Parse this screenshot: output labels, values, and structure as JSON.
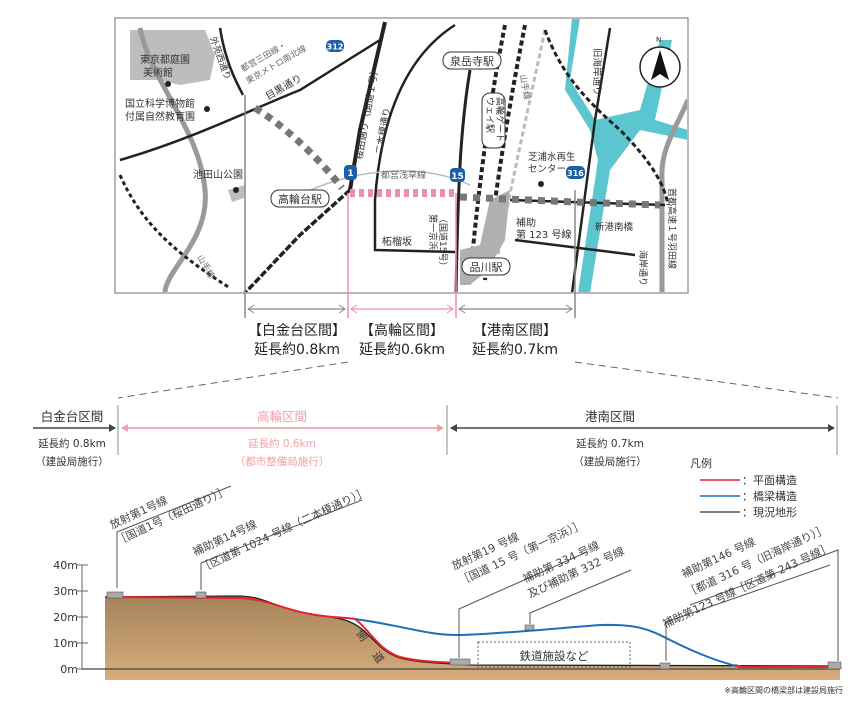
{
  "colors": {
    "pink": "#f08cb4",
    "water": "#5bc6d0",
    "red": "#e8232a",
    "blue": "#1c6fb8",
    "gray": "#7a7a7a",
    "earth_top": "#a5845a",
    "earth_bottom": "#d6ac7c",
    "section_pink": "#f2a0a8"
  },
  "map": {
    "labels": {
      "teien": [
        "東京都庭園",
        "美術館"
      ],
      "kagaku": [
        "国立科学博物館",
        "付属自然教育園"
      ],
      "ikedayama": "池田山公園",
      "gaien": "外苑西通り",
      "mita_line": [
        "都営三田線・",
        "東京メトロ南北線"
      ],
      "meguro": "目黒通り",
      "sakurada": "桜田通り（国道１号）",
      "nihonenoki": "二本榎通り",
      "asakusa": "都営浅草線",
      "takanawadai": "高輪台駅",
      "zakuro": "柘榴坂",
      "keihin": [
        "第一京浜",
        "（国道15号）"
      ],
      "sengakuji": "泉岳寺駅",
      "yamanote_n": "山手線",
      "yamanote_s": "山手線",
      "gateway": [
        "高輪ゲート",
        "ウェイ駅"
      ],
      "shibaura": [
        "芝浦水再生",
        "センター"
      ],
      "kaigan": "旧海岸通り",
      "hojo123": [
        "補助",
        "第 123 号線"
      ],
      "shinkonan": "新港南橋",
      "shinagawa": "品川駅",
      "haneda": "首都高速１号羽田線",
      "kaigan2": "海岸通り",
      "north": "N"
    },
    "route_shields": [
      "312",
      "1",
      "15",
      "316"
    ],
    "sections": [
      {
        "name": "【白金台区間】",
        "length": "延長約0.8km"
      },
      {
        "name": "【高輪区間】",
        "length": "延長約0.6km"
      },
      {
        "name": "【港南区間】",
        "length": "延長約0.7km"
      }
    ]
  },
  "profile": {
    "sections": [
      {
        "name": "白金台区間",
        "length": "延長約 0.8km",
        "note": "（建設局施行）"
      },
      {
        "name": "高輪区間",
        "length": "延長約 0.6km",
        "note": "（都市整備局施行）"
      },
      {
        "name": "港南区間",
        "length": "延長約 0.7km",
        "note": "（建設局施行）"
      }
    ],
    "legend": {
      "title": "凡例",
      "items": [
        {
          "label": "：平面構造",
          "color": "#e8232a"
        },
        {
          "label": "：橋梁構造",
          "color": "#1c6fb8"
        },
        {
          "label": "：現況地形",
          "color": "#555555"
        }
      ]
    },
    "y_axis": [
      "40m",
      "30m",
      "20m",
      "10m",
      "0m"
    ],
    "callouts": [
      [
        "放射第1号線",
        "［国道1号（桜田通り）］"
      ],
      [
        "補助第14号線",
        "［区道第 1024 号線（二本榎通り）］"
      ],
      [
        "放射第19 号線",
        "［国道 15 号（第一京浜）］"
      ],
      [
        "補助第 334 号線",
        "及び補助第 332 号線"
      ],
      [
        "補助第146 号線",
        "［都道 316 号（旧海岸通り）］"
      ],
      [
        "補助第123 号線［区道第 243 号線］"
      ]
    ],
    "side_road": [
      "側",
      "道"
    ],
    "railway": "鉄道施設など",
    "footnote": "※高輪区間の橋梁部は建設局施行"
  }
}
